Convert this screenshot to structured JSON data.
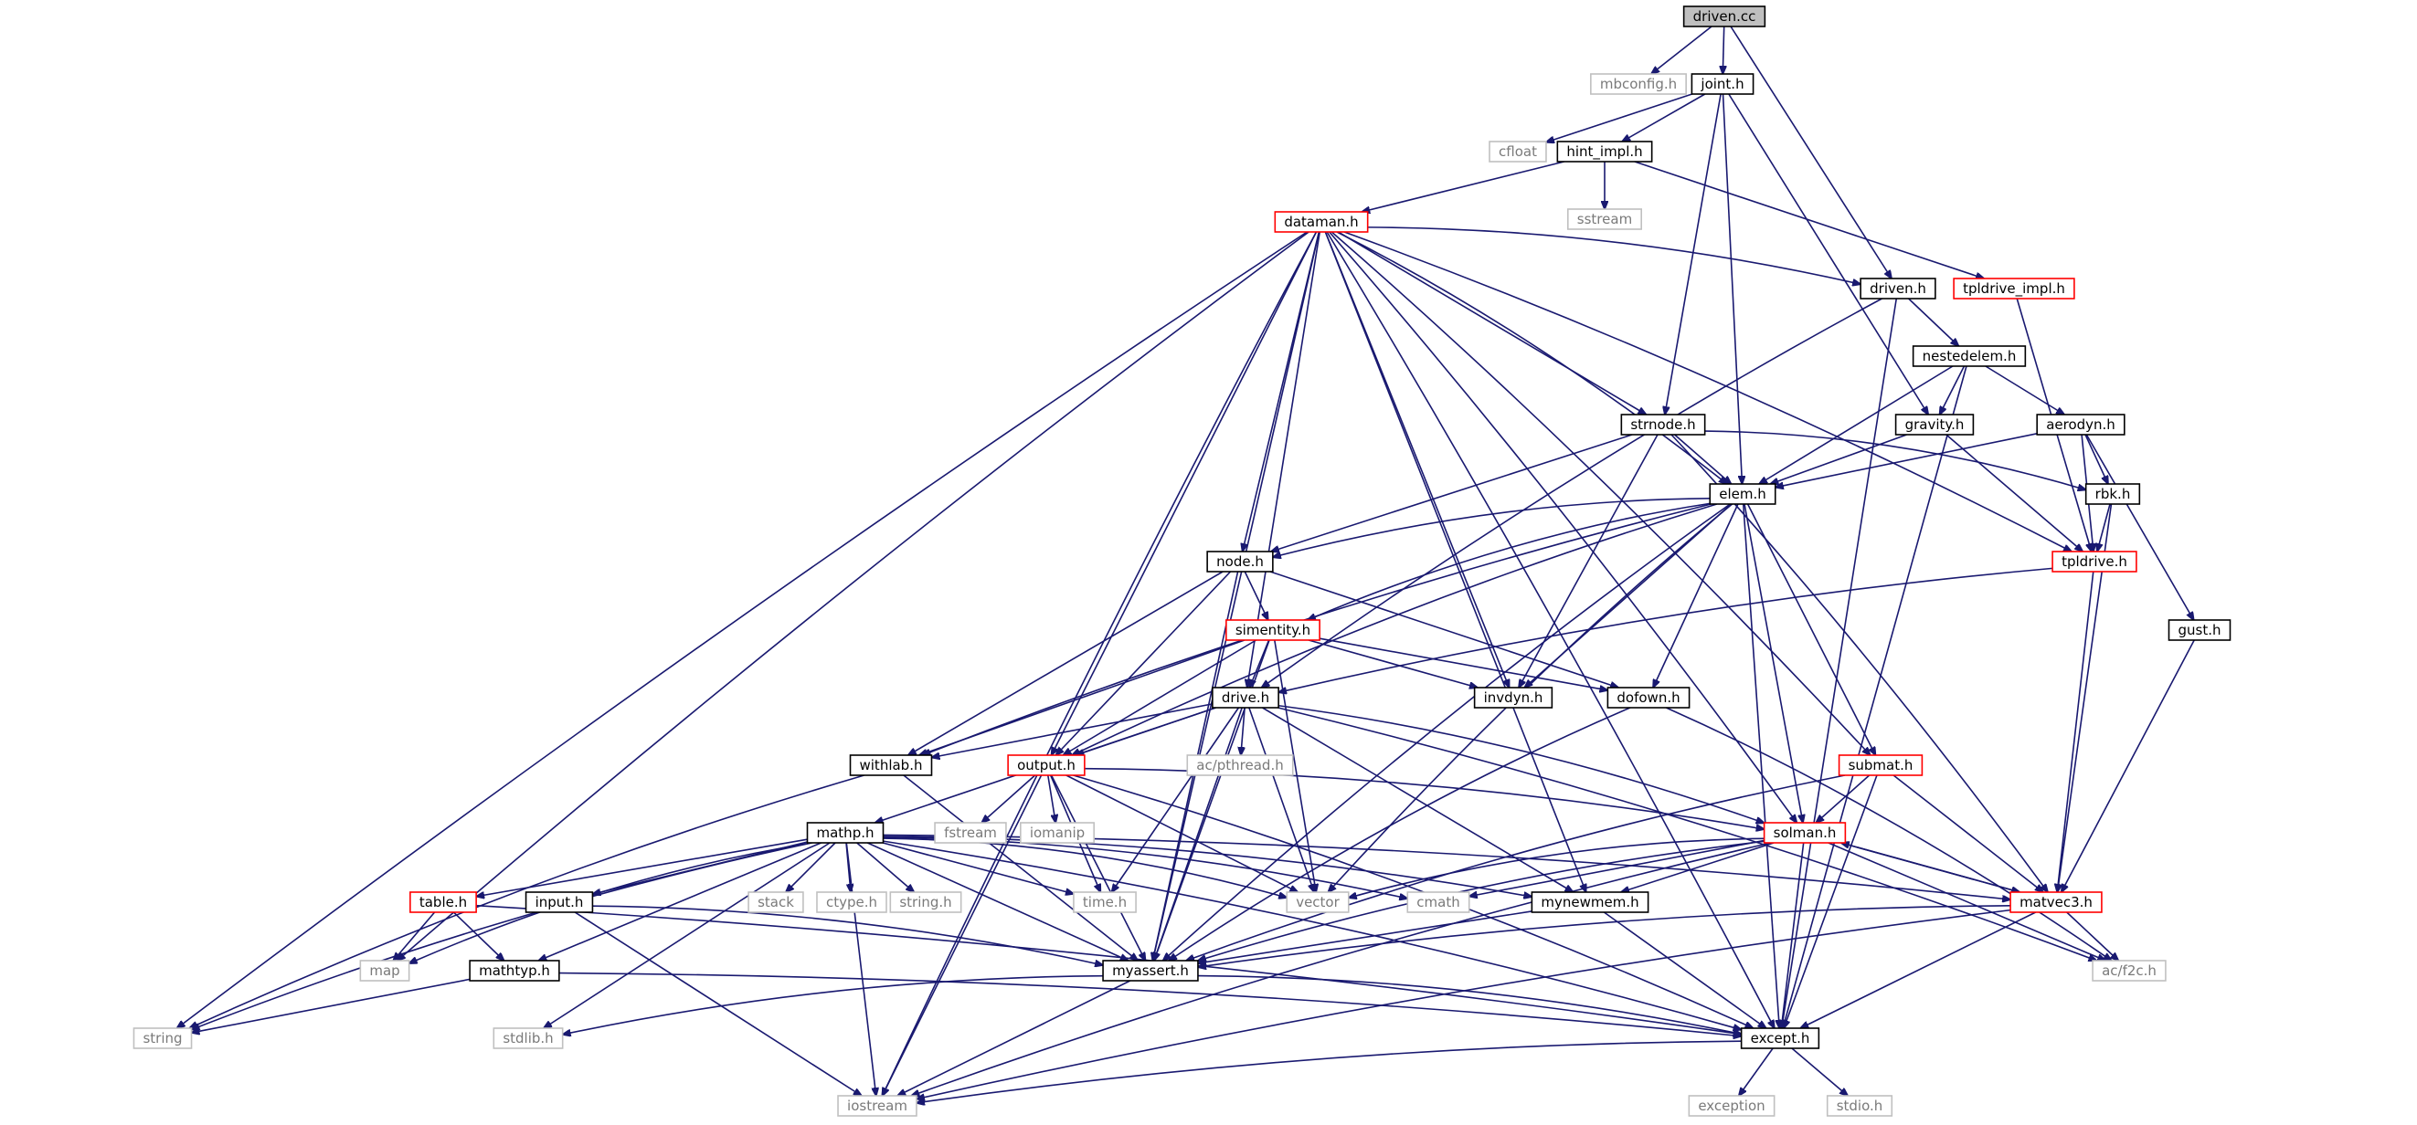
{
  "colors": {
    "edge": "#191970",
    "root_fill": "#bfbfbf",
    "normal_border": "#000000",
    "truncated_border": "#ff0000",
    "system_border": "#c0c0c0",
    "system_text": "#7a7a7a"
  },
  "nodes": [
    {
      "id": "driven_cc",
      "label": "driven.cc",
      "kind": "root"
    },
    {
      "id": "mbconfig_h",
      "label": "mbconfig.h",
      "kind": "system"
    },
    {
      "id": "joint_h",
      "label": "joint.h",
      "kind": "normal"
    },
    {
      "id": "cfloat",
      "label": "cfloat",
      "kind": "system"
    },
    {
      "id": "hint_impl_h",
      "label": "hint_impl.h",
      "kind": "normal"
    },
    {
      "id": "sstream",
      "label": "sstream",
      "kind": "system"
    },
    {
      "id": "dataman_h",
      "label": "dataman.h",
      "kind": "truncated"
    },
    {
      "id": "tpldrive_impl_h",
      "label": "tpldrive_impl.h",
      "kind": "truncated"
    },
    {
      "id": "driven_h",
      "label": "driven.h",
      "kind": "normal"
    },
    {
      "id": "nestedelem_h",
      "label": "nestedelem.h",
      "kind": "normal"
    },
    {
      "id": "strnode_h",
      "label": "strnode.h",
      "kind": "normal"
    },
    {
      "id": "gravity_h",
      "label": "gravity.h",
      "kind": "normal"
    },
    {
      "id": "aerodyn_h",
      "label": "aerodyn.h",
      "kind": "normal"
    },
    {
      "id": "elem_h",
      "label": "elem.h",
      "kind": "normal"
    },
    {
      "id": "rbk_h",
      "label": "rbk.h",
      "kind": "normal"
    },
    {
      "id": "node_h",
      "label": "node.h",
      "kind": "normal"
    },
    {
      "id": "tpldrive_h",
      "label": "tpldrive.h",
      "kind": "truncated"
    },
    {
      "id": "simentity_h",
      "label": "simentity.h",
      "kind": "truncated"
    },
    {
      "id": "gust_h",
      "label": "gust.h",
      "kind": "normal"
    },
    {
      "id": "drive_h",
      "label": "drive.h",
      "kind": "normal"
    },
    {
      "id": "invdyn_h",
      "label": "invdyn.h",
      "kind": "normal"
    },
    {
      "id": "dofown_h",
      "label": "dofown.h",
      "kind": "normal"
    },
    {
      "id": "withlab_h",
      "label": "withlab.h",
      "kind": "normal"
    },
    {
      "id": "output_h",
      "label": "output.h",
      "kind": "truncated"
    },
    {
      "id": "ac_pthread_h",
      "label": "ac/pthread.h",
      "kind": "system"
    },
    {
      "id": "submat_h",
      "label": "submat.h",
      "kind": "truncated"
    },
    {
      "id": "fstream",
      "label": "fstream",
      "kind": "system"
    },
    {
      "id": "iomanip",
      "label": "iomanip",
      "kind": "system"
    },
    {
      "id": "mathp_h",
      "label": "mathp.h",
      "kind": "normal"
    },
    {
      "id": "solman_h",
      "label": "solman.h",
      "kind": "truncated"
    },
    {
      "id": "table_h",
      "label": "table.h",
      "kind": "truncated"
    },
    {
      "id": "input_h",
      "label": "input.h",
      "kind": "normal"
    },
    {
      "id": "stack",
      "label": "stack",
      "kind": "system"
    },
    {
      "id": "ctype_h",
      "label": "ctype.h",
      "kind": "system"
    },
    {
      "id": "string_h",
      "label": "string.h",
      "kind": "system"
    },
    {
      "id": "time_h",
      "label": "time.h",
      "kind": "system"
    },
    {
      "id": "vector",
      "label": "vector",
      "kind": "system"
    },
    {
      "id": "cmath",
      "label": "cmath",
      "kind": "system"
    },
    {
      "id": "mynewmem_h",
      "label": "mynewmem.h",
      "kind": "normal"
    },
    {
      "id": "matvec3_h",
      "label": "matvec3.h",
      "kind": "truncated"
    },
    {
      "id": "map",
      "label": "map",
      "kind": "system"
    },
    {
      "id": "mathtyp_h",
      "label": "mathtyp.h",
      "kind": "normal"
    },
    {
      "id": "myassert_h",
      "label": "myassert.h",
      "kind": "normal"
    },
    {
      "id": "ac_f2c_h",
      "label": "ac/f2c.h",
      "kind": "system"
    },
    {
      "id": "string",
      "label": "string",
      "kind": "system"
    },
    {
      "id": "stdlib_h",
      "label": "stdlib.h",
      "kind": "system"
    },
    {
      "id": "except_h",
      "label": "except.h",
      "kind": "normal"
    },
    {
      "id": "iostream",
      "label": "iostream",
      "kind": "system"
    },
    {
      "id": "exception",
      "label": "exception",
      "kind": "system"
    },
    {
      "id": "stdio_h",
      "label": "stdio.h",
      "kind": "system"
    }
  ],
  "edges": [
    [
      "driven_cc",
      "mbconfig_h"
    ],
    [
      "driven_cc",
      "joint_h"
    ],
    [
      "driven_cc",
      "driven_h"
    ],
    [
      "joint_h",
      "cfloat"
    ],
    [
      "joint_h",
      "hint_impl_h"
    ],
    [
      "joint_h",
      "strnode_h"
    ],
    [
      "joint_h",
      "gravity_h"
    ],
    [
      "joint_h",
      "elem_h"
    ],
    [
      "hint_impl_h",
      "sstream"
    ],
    [
      "hint_impl_h",
      "dataman_h"
    ],
    [
      "hint_impl_h",
      "tpldrive_impl_h"
    ],
    [
      "dataman_h",
      "driven_h"
    ],
    [
      "dataman_h",
      "strnode_h"
    ],
    [
      "dataman_h",
      "elem_h"
    ],
    [
      "dataman_h",
      "node_h"
    ],
    [
      "dataman_h",
      "tpldrive_h"
    ],
    [
      "dataman_h",
      "drive_h"
    ],
    [
      "dataman_h",
      "invdyn_h"
    ],
    [
      "dataman_h",
      "output_h"
    ],
    [
      "dataman_h",
      "submat_h"
    ],
    [
      "dataman_h",
      "solman_h"
    ],
    [
      "dataman_h",
      "mynewmem_h"
    ],
    [
      "dataman_h",
      "myassert_h"
    ],
    [
      "dataman_h",
      "except_h"
    ],
    [
      "dataman_h",
      "map"
    ],
    [
      "dataman_h",
      "string"
    ],
    [
      "dataman_h",
      "iostream"
    ],
    [
      "tpldrive_impl_h",
      "tpldrive_h"
    ],
    [
      "driven_h",
      "nestedelem_h"
    ],
    [
      "driven_h",
      "drive_h"
    ],
    [
      "driven_h",
      "except_h"
    ],
    [
      "nestedelem_h",
      "gravity_h"
    ],
    [
      "nestedelem_h",
      "aerodyn_h"
    ],
    [
      "nestedelem_h",
      "elem_h"
    ],
    [
      "nestedelem_h",
      "except_h"
    ],
    [
      "strnode_h",
      "rbk_h"
    ],
    [
      "strnode_h",
      "elem_h"
    ],
    [
      "strnode_h",
      "node_h"
    ],
    [
      "strnode_h",
      "invdyn_h"
    ],
    [
      "strnode_h",
      "matvec3_h"
    ],
    [
      "gravity_h",
      "elem_h"
    ],
    [
      "gravity_h",
      "tpldrive_h"
    ],
    [
      "aerodyn_h",
      "elem_h"
    ],
    [
      "aerodyn_h",
      "rbk_h"
    ],
    [
      "aerodyn_h",
      "tpldrive_h"
    ],
    [
      "aerodyn_h",
      "gust_h"
    ],
    [
      "rbk_h",
      "tpldrive_h"
    ],
    [
      "rbk_h",
      "matvec3_h"
    ],
    [
      "elem_h",
      "node_h"
    ],
    [
      "elem_h",
      "simentity_h"
    ],
    [
      "elem_h",
      "invdyn_h"
    ],
    [
      "elem_h",
      "dofown_h"
    ],
    [
      "elem_h",
      "withlab_h"
    ],
    [
      "elem_h",
      "output_h"
    ],
    [
      "elem_h",
      "submat_h"
    ],
    [
      "elem_h",
      "solman_h"
    ],
    [
      "elem_h",
      "vector"
    ],
    [
      "elem_h",
      "myassert_h"
    ],
    [
      "elem_h",
      "except_h"
    ],
    [
      "node_h",
      "simentity_h"
    ],
    [
      "node_h",
      "dofown_h"
    ],
    [
      "node_h",
      "withlab_h"
    ],
    [
      "node_h",
      "output_h"
    ],
    [
      "node_h",
      "myassert_h"
    ],
    [
      "tpldrive_h",
      "drive_h"
    ],
    [
      "tpldrive_h",
      "matvec3_h"
    ],
    [
      "simentity_h",
      "drive_h"
    ],
    [
      "simentity_h",
      "invdyn_h"
    ],
    [
      "simentity_h",
      "dofown_h"
    ],
    [
      "simentity_h",
      "withlab_h"
    ],
    [
      "simentity_h",
      "output_h"
    ],
    [
      "simentity_h",
      "vector"
    ],
    [
      "simentity_h",
      "myassert_h"
    ],
    [
      "gust_h",
      "matvec3_h"
    ],
    [
      "drive_h",
      "withlab_h"
    ],
    [
      "drive_h",
      "output_h"
    ],
    [
      "drive_h",
      "ac_pthread_h"
    ],
    [
      "drive_h",
      "mathp_h"
    ],
    [
      "drive_h",
      "solman_h"
    ],
    [
      "drive_h",
      "time_h"
    ],
    [
      "drive_h",
      "vector"
    ],
    [
      "drive_h",
      "mynewmem_h"
    ],
    [
      "drive_h",
      "myassert_h"
    ],
    [
      "drive_h",
      "ac_f2c_h"
    ],
    [
      "dofown_h",
      "myassert_h"
    ],
    [
      "dofown_h",
      "ac_f2c_h"
    ],
    [
      "withlab_h",
      "string"
    ],
    [
      "withlab_h",
      "myassert_h"
    ],
    [
      "output_h",
      "fstream"
    ],
    [
      "output_h",
      "iomanip"
    ],
    [
      "output_h",
      "solman_h"
    ],
    [
      "output_h",
      "vector"
    ],
    [
      "output_h",
      "myassert_h"
    ],
    [
      "output_h",
      "except_h"
    ],
    [
      "output_h",
      "iostream"
    ],
    [
      "output_h",
      "time_h"
    ],
    [
      "submat_h",
      "solman_h"
    ],
    [
      "submat_h",
      "matvec3_h"
    ],
    [
      "submat_h",
      "myassert_h"
    ],
    [
      "submat_h",
      "except_h"
    ],
    [
      "mathp_h",
      "table_h"
    ],
    [
      "mathp_h",
      "input_h"
    ],
    [
      "mathp_h",
      "stack"
    ],
    [
      "mathp_h",
      "ctype_h"
    ],
    [
      "mathp_h",
      "string_h"
    ],
    [
      "mathp_h",
      "time_h"
    ],
    [
      "mathp_h",
      "vector"
    ],
    [
      "mathp_h",
      "cmath"
    ],
    [
      "mathp_h",
      "mynewmem_h"
    ],
    [
      "mathp_h",
      "matvec3_h"
    ],
    [
      "mathp_h",
      "map"
    ],
    [
      "mathp_h",
      "mathtyp_h"
    ],
    [
      "mathp_h",
      "myassert_h"
    ],
    [
      "mathp_h",
      "string"
    ],
    [
      "mathp_h",
      "stdlib_h"
    ],
    [
      "mathp_h",
      "except_h"
    ],
    [
      "mathp_h",
      "iostream"
    ],
    [
      "solman_h",
      "vector"
    ],
    [
      "solman_h",
      "cmath"
    ],
    [
      "solman_h",
      "mynewmem_h"
    ],
    [
      "solman_h",
      "matvec3_h"
    ],
    [
      "solman_h",
      "myassert_h"
    ],
    [
      "solman_h",
      "ac_f2c_h"
    ],
    [
      "solman_h",
      "except_h"
    ],
    [
      "solman_h",
      "iostream"
    ],
    [
      "table_h",
      "map"
    ],
    [
      "table_h",
      "mathtyp_h"
    ],
    [
      "table_h",
      "except_h"
    ],
    [
      "input_h",
      "myassert_h"
    ],
    [
      "input_h",
      "iostream"
    ],
    [
      "mynewmem_h",
      "myassert_h"
    ],
    [
      "mynewmem_h",
      "except_h"
    ],
    [
      "matvec3_h",
      "solman_h"
    ],
    [
      "matvec3_h",
      "myassert_h"
    ],
    [
      "matvec3_h",
      "ac_f2c_h"
    ],
    [
      "matvec3_h",
      "except_h"
    ],
    [
      "matvec3_h",
      "iostream"
    ],
    [
      "mathtyp_h",
      "string"
    ],
    [
      "mathtyp_h",
      "except_h"
    ],
    [
      "myassert_h",
      "stdlib_h"
    ],
    [
      "myassert_h",
      "except_h"
    ],
    [
      "myassert_h",
      "iostream"
    ],
    [
      "except_h",
      "exception"
    ],
    [
      "except_h",
      "stdio_h"
    ],
    [
      "except_h",
      "iostream"
    ]
  ]
}
